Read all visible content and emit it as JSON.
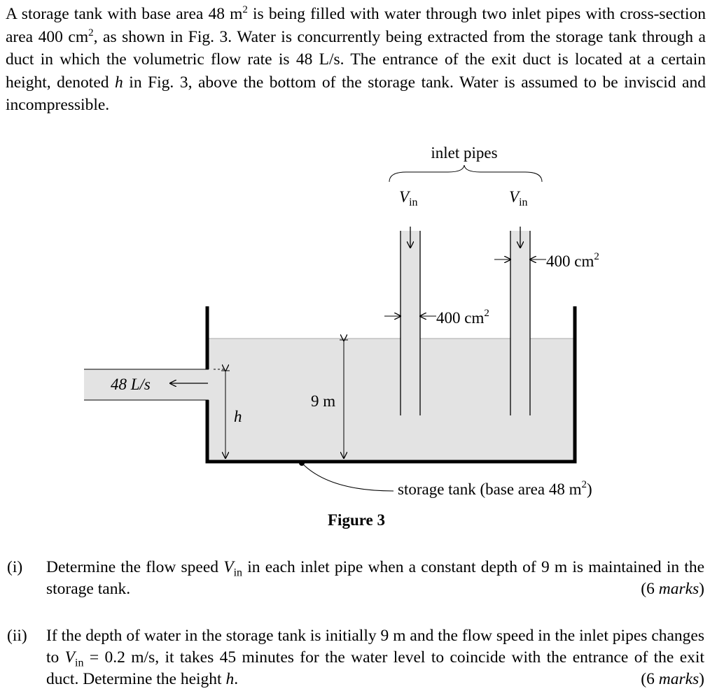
{
  "intro": {
    "p1": "A storage tank with base area 48 m",
    "p1_sup": "2",
    "p2": " is being filled with water through two inlet pipes with cross-section area 400 cm",
    "p2_sup": "2",
    "p3": ", as shown in Fig. 3. Water is concurrently being extracted from the storage tank through a duct in which the volumetric flow rate is 48 L/s. The entrance of the exit duct is located at a certain height, denoted ",
    "p3_var": "h",
    "p4": " in Fig. 3, above the bottom of the storage tank. Water is assumed to be inviscid and incompressible."
  },
  "figure": {
    "inlet_label": "inlet pipes",
    "vin_main": "V",
    "vin_sub": "in",
    "area_label": "400 cm",
    "area_sup": "2",
    "flow_label": "48 L/s",
    "height_label": "h",
    "depth_label": "9 m",
    "tank_label_main": "storage tank (base area 48 m",
    "tank_label_sup": "2",
    "tank_label_end": ")",
    "caption": "Figure 3",
    "colors": {
      "water": "#e3e3e3",
      "lines": "#000000"
    }
  },
  "questions": [
    {
      "number": "(i)",
      "text_a": "Determine the flow speed ",
      "var": "V",
      "var_sub": "in",
      "text_b": " in each inlet pipe when a constant depth of 9 m is maintained in the storage tank.",
      "marks_num": "6",
      "marks_word": "marks"
    },
    {
      "number": "(ii)",
      "text_a": "If the depth of water in the storage tank is initially 9 m and the flow speed in the inlet pipes changes to ",
      "var": "V",
      "var_sub": "in",
      "text_b": " = 0.2 m/s, it takes 45 minutes for the water level to coincide with the entrance of the exit duct. Determine the height ",
      "var2": "h",
      "text_c": ".",
      "marks_num": "6",
      "marks_word": "marks"
    }
  ]
}
